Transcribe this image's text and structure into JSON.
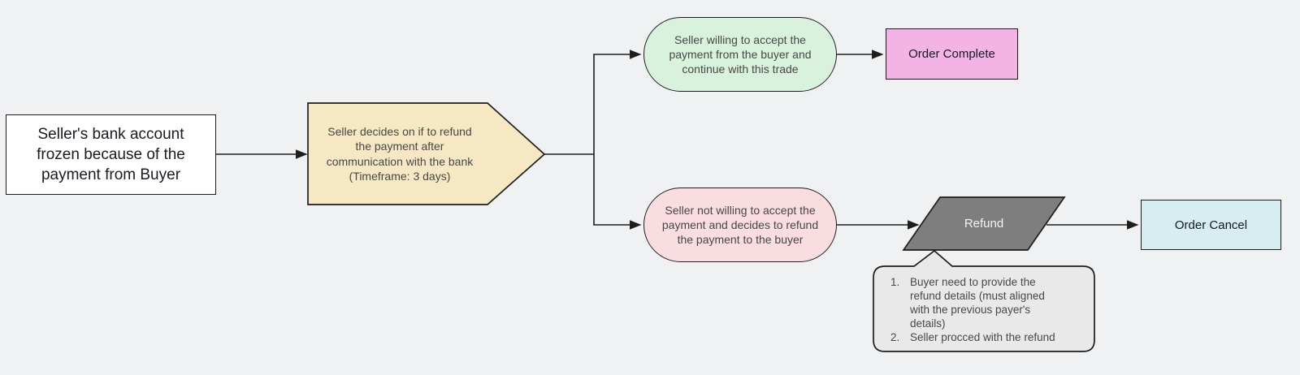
{
  "canvas": {
    "background": "#f0f1f3",
    "ink": "#1d1d1d"
  },
  "nodes": {
    "start": {
      "label": "Seller's bank account\nfrozen because of the\npayment from Buyer",
      "fill": "#ffffff"
    },
    "decision": {
      "label": "Seller decides on if to refund\nthe payment after\ncommunication with the bank\n(Timeframe: 3 days)",
      "fill": "#f5e8c3"
    },
    "accept": {
      "label": "Seller willing to accept the\npayment from the buyer and\ncontinue with this trade",
      "fill": "#d9f2de"
    },
    "order_complete": {
      "label": "Order Complete",
      "fill": "#f3b4e5"
    },
    "reject": {
      "label": "Seller not willing to accept the\npayment and decides to refund\nthe payment to the buyer",
      "fill": "#f9dde1"
    },
    "refund": {
      "label": "Refund",
      "fill": "#7e7e7e",
      "text_color": "#f5f5f5"
    },
    "order_cancel": {
      "label": "Order Cancel",
      "fill": "#d7eef1"
    },
    "note": {
      "fill": "#e9e9ea",
      "items": [
        {
          "num": "1.",
          "text": "Buyer need to provide the refund details (must aligned with the previous payer's details)"
        },
        {
          "num": "2.",
          "text": "Seller procced with the refund"
        }
      ]
    }
  }
}
